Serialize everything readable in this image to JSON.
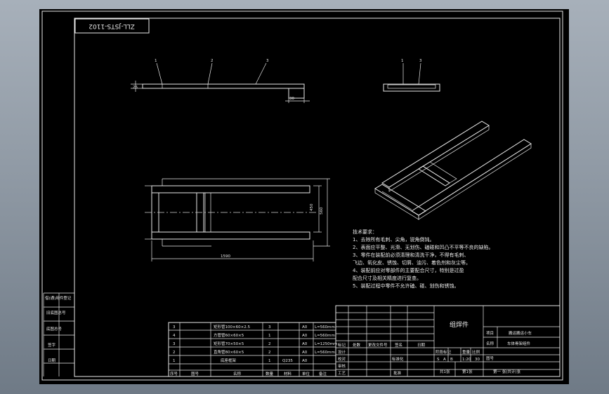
{
  "drawing_code": "ZLL-JSTS-1102",
  "balloons": {
    "front": [
      "1",
      "2",
      "3"
    ],
    "side": [
      "1",
      "3"
    ]
  },
  "dimensions": {
    "front_height": "25",
    "front_right": "30",
    "plan_length": "1590",
    "plan_inner_width": "450",
    "plan_outer_width": "560"
  },
  "tech": {
    "title": "技术要求：",
    "lines": [
      "1、去除所有毛刺、尖角，锐角倒钝。",
      "2、表面应平整、光滑、无划伤、磕碰和凹凸不平等不良的缺陷。",
      "3、零件在装配前必须清理和清洗干净，不得有毛刺、",
      "飞边、氧化皮、锈蚀、切屑、油污、着色剂和灰尘等。",
      "4、装配前应对零部件的主要配合尺寸，特别是过盈",
      "配合尺寸及相关精度进行复查。",
      "5、装配过程中零件不允许磕、碰、划伤和锈蚀。"
    ]
  },
  "side_labels": [
    "借(通)用件登记",
    "旧底图总号",
    "底图总号",
    "签字",
    "日期"
  ],
  "bom": {
    "rows": [
      {
        "no": "3",
        "code": "",
        "name": "矩形管100×60×2.5",
        "qty": "3",
        "material": "",
        "unit": "A0",
        "note": "L=560mm"
      },
      {
        "no": "4",
        "code": "",
        "name": "方管管60×60×5",
        "qty": "1",
        "material": "",
        "unit": "A0",
        "note": "L=560mm"
      },
      {
        "no": "3",
        "code": "",
        "name": "矩形管70×50×5",
        "qty": "2",
        "material": "",
        "unit": "A0",
        "note": "L=1250mm"
      },
      {
        "no": "2",
        "code": "",
        "name": "直角管80×60×5",
        "qty": "2",
        "material": "",
        "unit": "A0",
        "note": "L=560mm"
      },
      {
        "no": "1",
        "code": "",
        "name": "底座框架",
        "qty": "1",
        "material": "Q235",
        "unit": "A0",
        "note": ""
      }
    ],
    "headers": [
      "序号",
      "图号",
      "名称",
      "数量",
      "材料",
      "单位",
      "备注"
    ]
  },
  "title_block": {
    "part_name": "组焊件",
    "project_label": "项目",
    "project": "搬运搬运小车",
    "name_label": "名称",
    "name": "车体骨架组件",
    "drawing_no_label": "图号",
    "revision_headers": [
      "标记",
      "处数",
      "更改文件号",
      "签名",
      "日期"
    ],
    "role_labels": [
      "设计",
      "校对",
      "审核",
      "工艺",
      "标准化",
      "批准"
    ],
    "stage_headers": [
      "阶段标记",
      "重量",
      "比例"
    ],
    "stage_values": [
      "S",
      "A",
      "B",
      "1:20",
      "30"
    ],
    "sheet_total": "共1张",
    "sheet_no": "第1张",
    "sheet_of": "第一 张(共计)张"
  }
}
